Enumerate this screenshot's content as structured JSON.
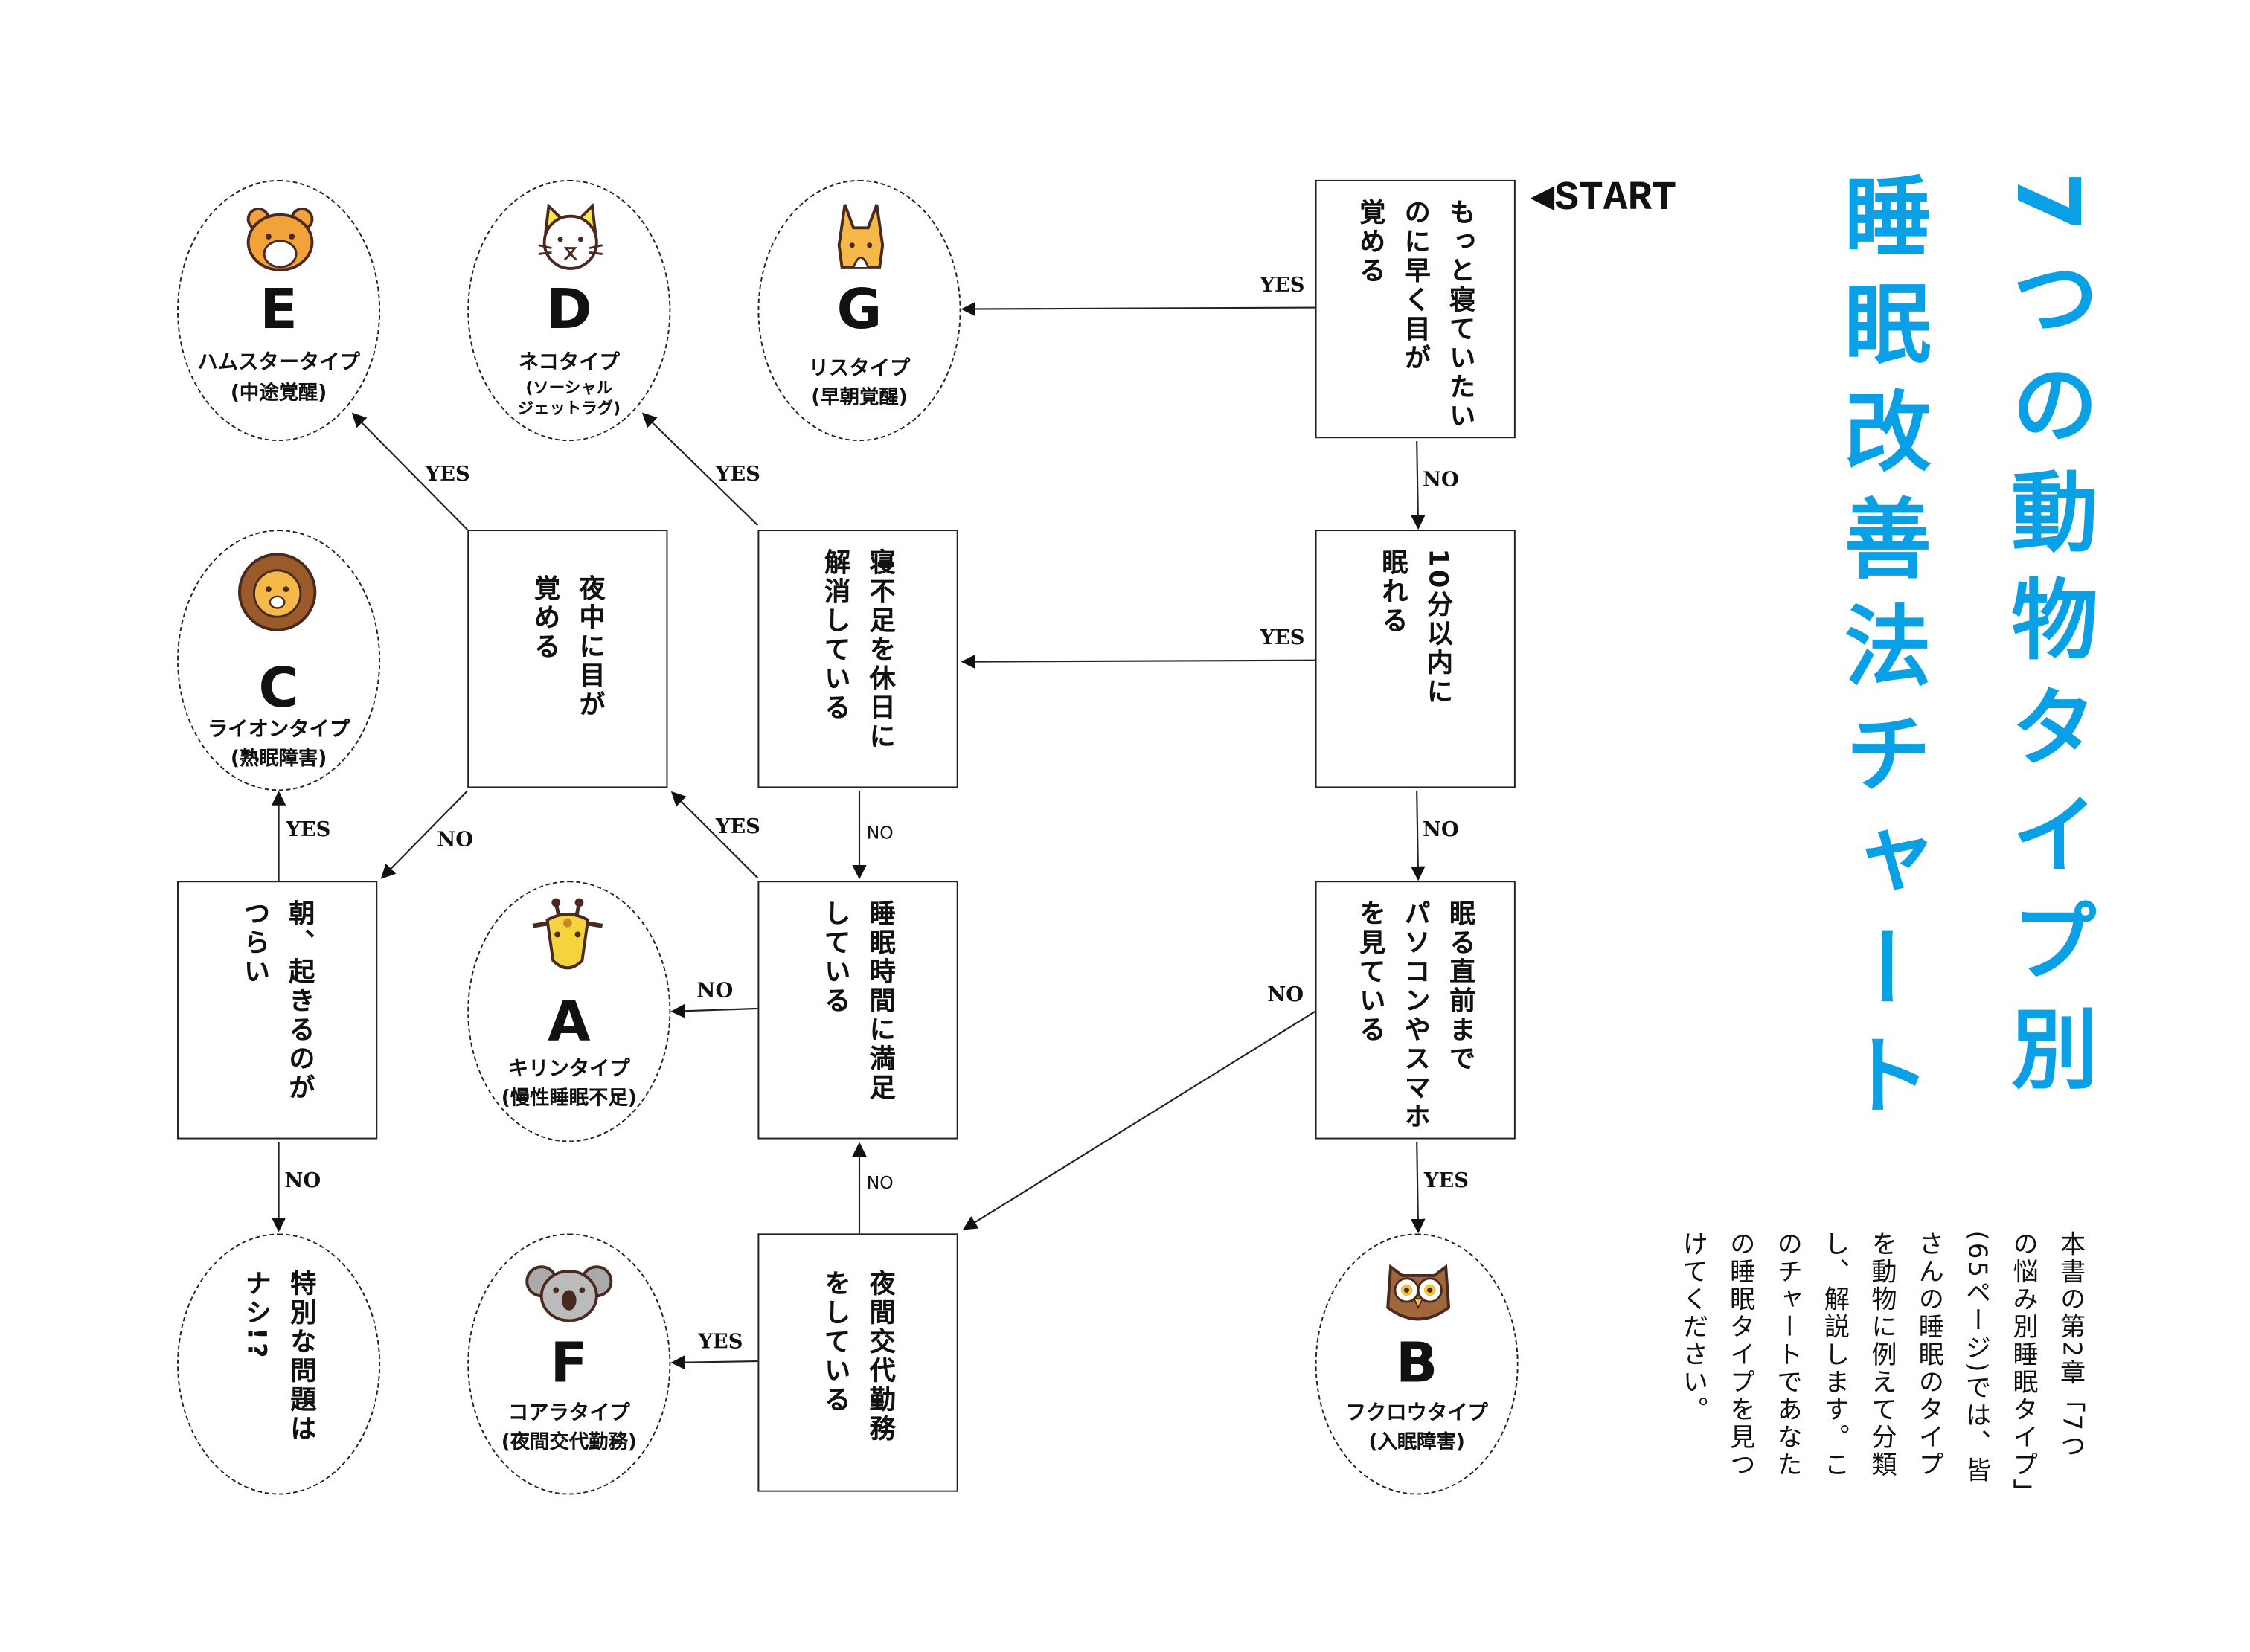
{
  "start_label": "◀START",
  "title": {
    "line1": "7つの動物タイプ別",
    "line2": "睡眠改善法チャート",
    "color": "#0aa0e6"
  },
  "description": [
    "本書の第2章「7つ",
    "の悩み別睡眠タイプ」",
    "(65ページ)では、皆",
    "さんの睡眠のタイプ",
    "を動物に例えて分類",
    "し、解説します。こ",
    "のチャートであなた",
    "の睡眠タイプを見つ",
    "けてください。"
  ],
  "questions": {
    "q1": [
      "もっと寝ていたい",
      "のに早く目が",
      "覚める"
    ],
    "q2": [
      "10分以内に",
      "眠れる"
    ],
    "q3": [
      "眠る直前まで",
      "パソコンやスマホ",
      "を見ている"
    ],
    "q4": [
      "寝不足を休日に",
      "解消している"
    ],
    "q5": [
      "睡眠時間に満足",
      "している"
    ],
    "q6": [
      "夜間交代勤務",
      "をしている"
    ],
    "q7": [
      "夜中に目が",
      "覚める"
    ],
    "q8": [
      "朝、起きるのが",
      "つらい"
    ],
    "q9": [
      "特別な問題は",
      "ナシ!?"
    ]
  },
  "results": {
    "E": {
      "letter": "E",
      "name": "ハムスタータイプ",
      "sub": "(中途覚醒)",
      "icon": "hamster-icon"
    },
    "D": {
      "letter": "D",
      "name": "ネコタイプ",
      "sub1": "(ソーシャル",
      "sub2": "ジェットラグ)",
      "icon": "cat-icon"
    },
    "G": {
      "letter": "G",
      "name": "リスタイプ",
      "sub": "(早朝覚醒)",
      "icon": "squirrel-icon"
    },
    "C": {
      "letter": "C",
      "name": "ライオンタイプ",
      "sub": "(熟眠障害)",
      "icon": "lion-icon"
    },
    "A": {
      "letter": "A",
      "name": "キリンタイプ",
      "sub": "(慢性睡眠不足)",
      "icon": "giraffe-icon"
    },
    "F": {
      "letter": "F",
      "name": "コアラタイプ",
      "sub": "(夜間交代勤務)",
      "icon": "koala-icon"
    },
    "B": {
      "letter": "B",
      "name": "フクロウタイプ",
      "sub": "(入眠障害)",
      "icon": "owl-icon"
    }
  },
  "edge_labels": {
    "yes": "YES",
    "no": "NO"
  }
}
